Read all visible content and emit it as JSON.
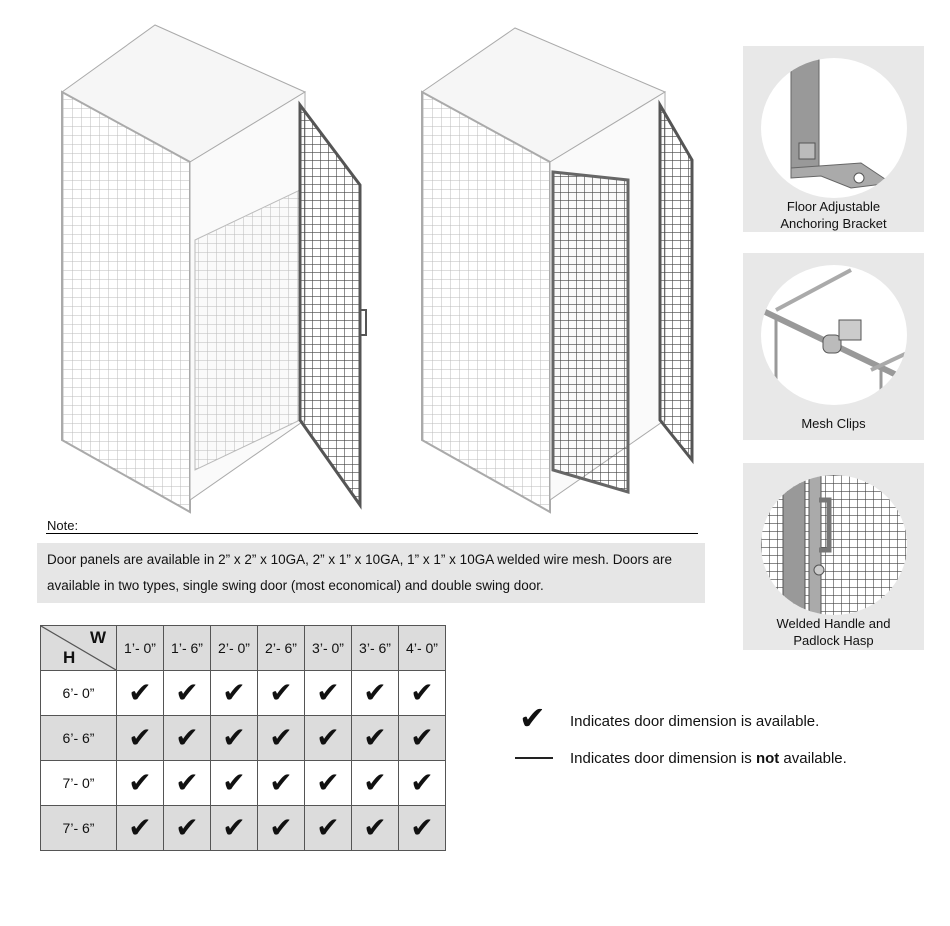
{
  "features": [
    {
      "caption_line1": "Floor Adjustable",
      "caption_line2": "Anchoring Bracket"
    },
    {
      "caption_line1": "Mesh Clips",
      "caption_line2": ""
    },
    {
      "caption_line1": "Welded Handle and",
      "caption_line2": "Padlock Hasp"
    }
  ],
  "note": {
    "label": "Note:",
    "line1": "Door panels are available in 2” x 2” x 10GA, 2” x 1” x 10GA, 1” x 1” x 10GA  welded wire mesh. Doors are",
    "line2": "available in two types, single swing door (most economical) and double swing door."
  },
  "table": {
    "corner_w": "W",
    "corner_h": "H",
    "widths": [
      "1’- 0”",
      "1’- 6”",
      "2’- 0”",
      "2’- 6”",
      "3’- 0”",
      "3’- 6”",
      "4’- 0”"
    ],
    "rows": [
      {
        "height": "6’- 0”",
        "cells": [
          "✔",
          "✔",
          "✔",
          "✔",
          "✔",
          "✔",
          "✔"
        ]
      },
      {
        "height": "6’- 6”",
        "cells": [
          "✔",
          "✔",
          "✔",
          "✔",
          "✔",
          "✔",
          "✔"
        ]
      },
      {
        "height": "7’- 0”",
        "cells": [
          "✔",
          "✔",
          "✔",
          "✔",
          "✔",
          "✔",
          "✔"
        ]
      },
      {
        "height": "7’- 6”",
        "cells": [
          "✔",
          "✔",
          "✔",
          "✔",
          "✔",
          "✔",
          "✔"
        ]
      }
    ]
  },
  "legend": {
    "check_symbol": "✔",
    "available_text": "Indicates door dimension is available.",
    "not_prefix": "Indicates door dimension is ",
    "not_bold": "not",
    "not_suffix": " available."
  }
}
